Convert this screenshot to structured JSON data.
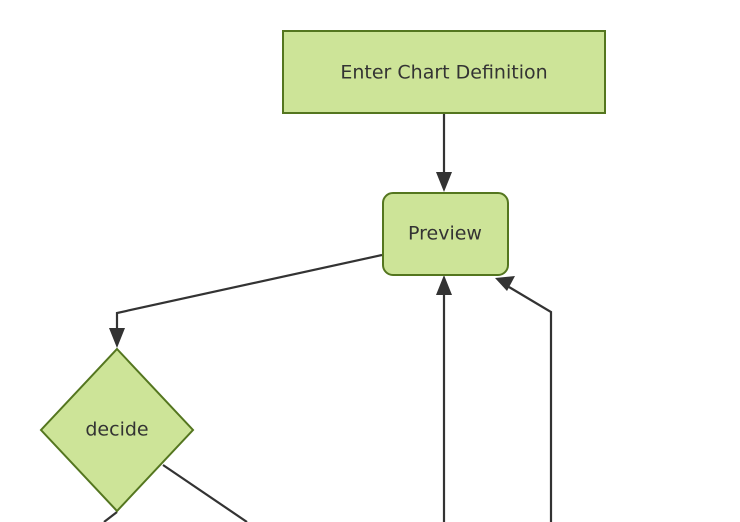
{
  "diagram": {
    "type": "flowchart",
    "direction": "top-down",
    "background_color": "#ffffff",
    "node_fill_color": "#cde498",
    "node_border_color": "#54761f",
    "text_color": "#333333",
    "edge_color": "#333333",
    "nodes": [
      {
        "id": "enter-chart-definition",
        "label": "Enter Chart Definition",
        "shape": "rectangle"
      },
      {
        "id": "preview",
        "label": "Preview",
        "shape": "rounded-rectangle"
      },
      {
        "id": "decide",
        "label": "decide",
        "shape": "diamond"
      }
    ],
    "edges": [
      {
        "from": "enter-chart-definition",
        "to": "preview",
        "label": ""
      },
      {
        "from": "preview",
        "to": "decide",
        "label": ""
      },
      {
        "from": "below-left",
        "to": "preview",
        "label": ""
      },
      {
        "from": "below-right",
        "to": "preview",
        "label": ""
      }
    ]
  }
}
